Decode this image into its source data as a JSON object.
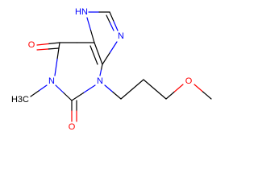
{
  "molecule": {
    "colors": {
      "carbon": "#000000",
      "nitrogen": "#0000ff",
      "oxygen": "#ff0000",
      "background": "#ffffff"
    },
    "labels": {
      "nh": "HN",
      "n_imidazole": "N",
      "n1": "N",
      "n3": "N",
      "o_top": "O",
      "o_bottom": "O",
      "o_ether": "O",
      "methyl": "H3C"
    }
  }
}
